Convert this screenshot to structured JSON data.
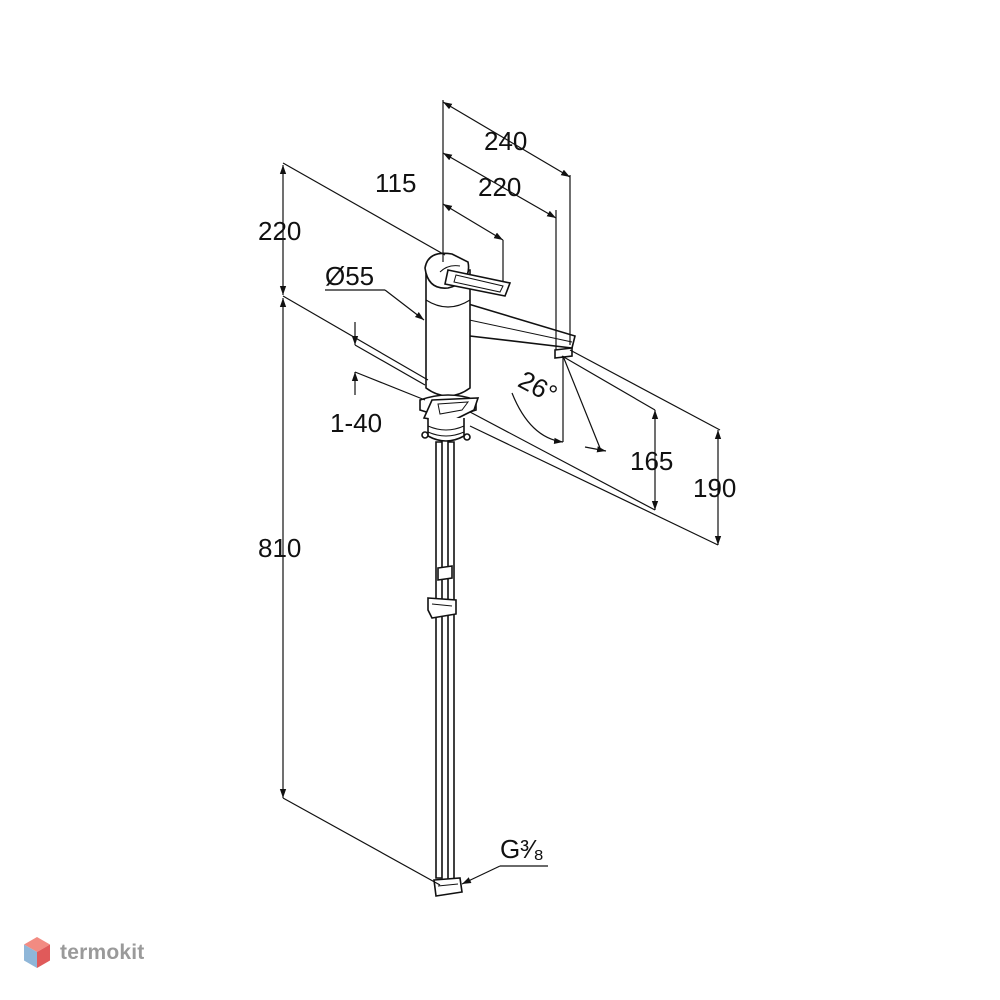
{
  "dimensions": {
    "width_240": "240",
    "width_220": "220",
    "width_115": "115",
    "height_220": "220",
    "diameter": "Ø55",
    "deck_thickness": "1-40",
    "angle": "26°",
    "height_165": "165",
    "height_190": "190",
    "hose_length": "810",
    "thread": "G³⁄₈"
  },
  "brand": {
    "name": "termokit",
    "icon": "hexagon-logo-icon",
    "colors": {
      "top": "#f28b82",
      "left": "#8fb6d8",
      "right": "#e05a5a",
      "text": "#9a9a9a"
    }
  },
  "colors": {
    "line": "#111111",
    "background": "#ffffff"
  }
}
